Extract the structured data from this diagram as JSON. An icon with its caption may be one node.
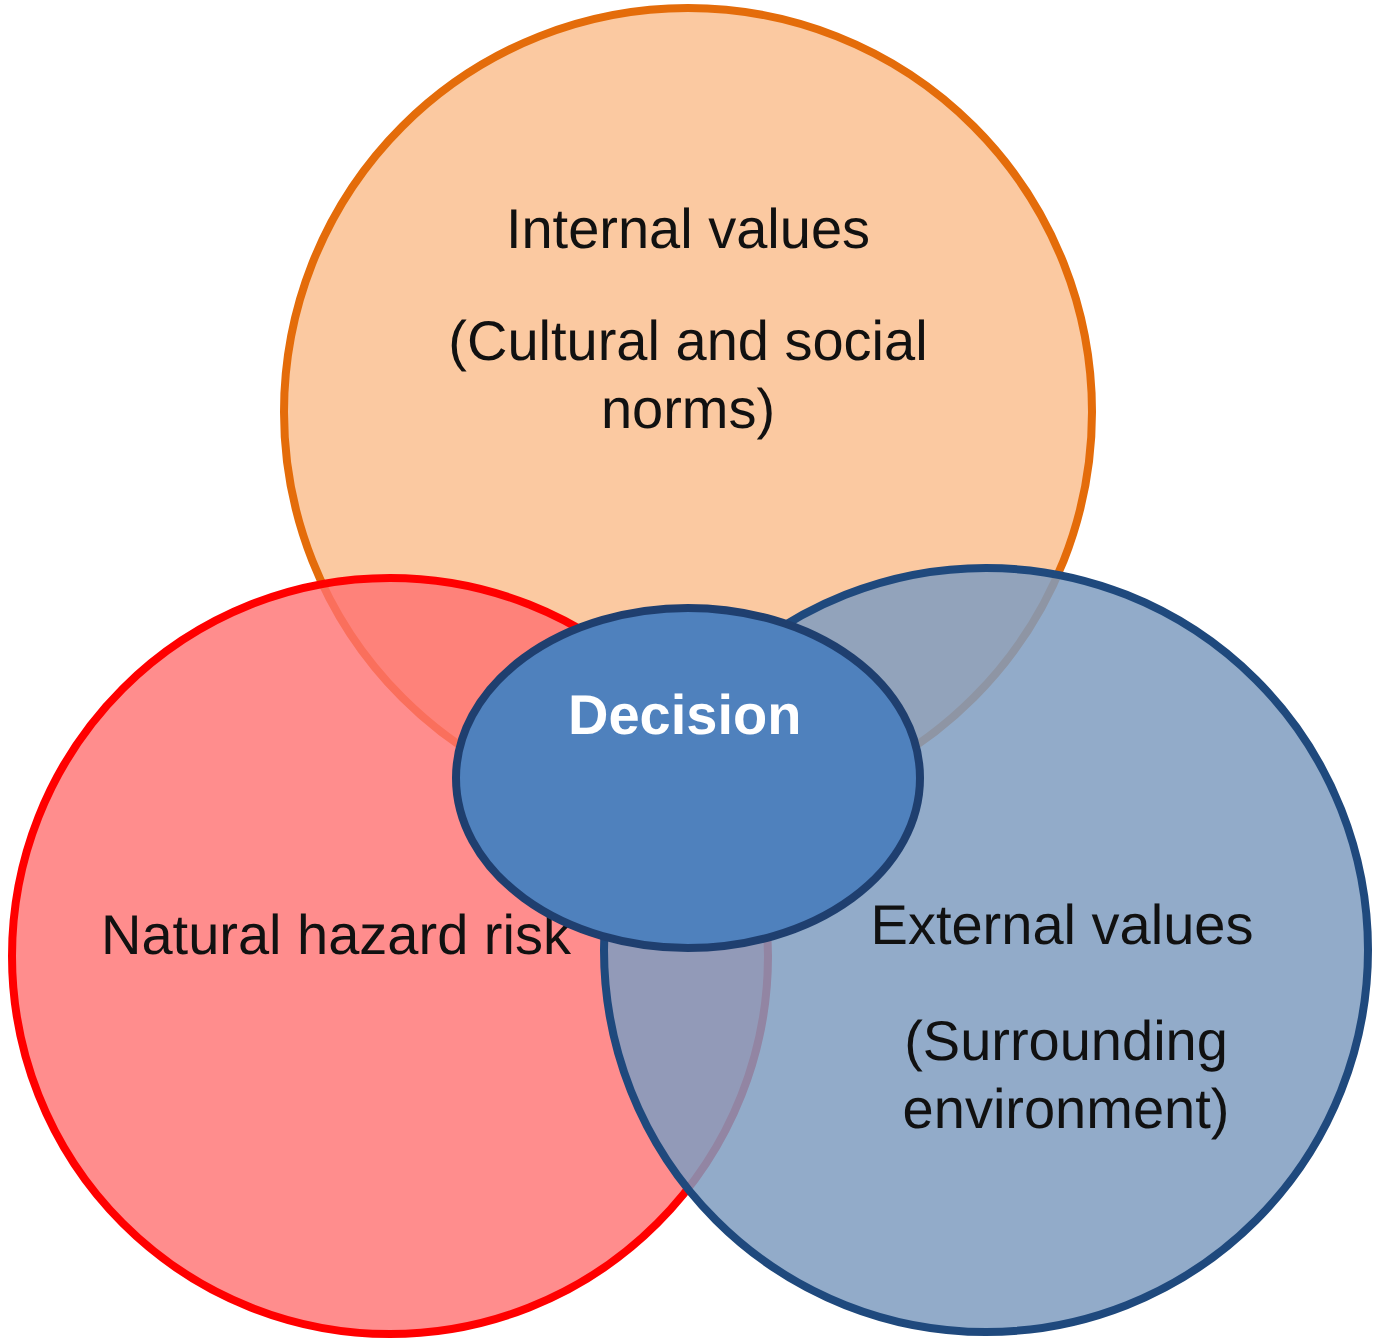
{
  "diagram": {
    "nodes": [
      {
        "text": [
          "Internal values",
          "(Cultural and social norms)"
        ]
      },
      {
        "text": [
          "Natural hazard risk"
        ]
      },
      {
        "text": [
          "External values",
          "(Surrounding environment)"
        ]
      },
      {
        "text": [
          "Decision"
        ]
      }
    ]
  }
}
